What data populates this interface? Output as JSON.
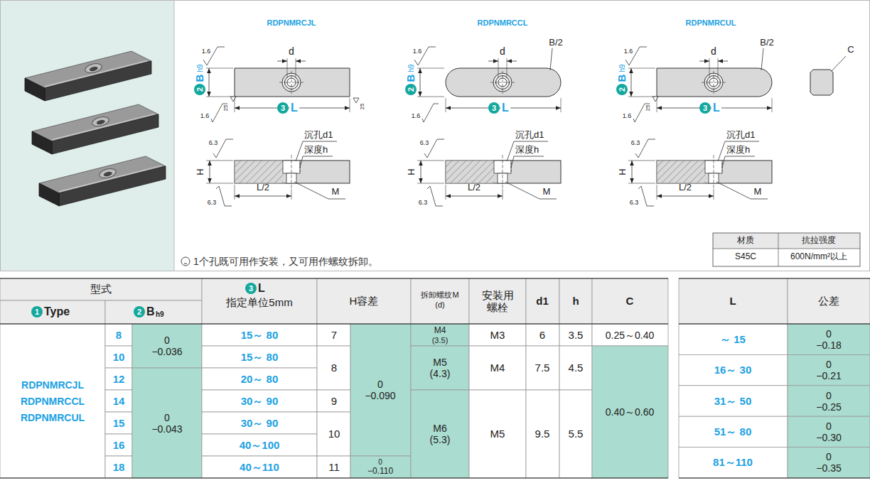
{
  "diagram": {
    "labels": [
      "RDPNMRCJL",
      "RDPNMRCCL",
      "RDPNMRCUL",
      "1.6",
      "d",
      "2",
      "B",
      "h9",
      "1.6",
      "25",
      "3",
      "L",
      "25",
      "6.3",
      "沉孔d1",
      "深度h",
      "H",
      "6.3",
      "L/2",
      "M",
      "1.6",
      "d",
      "B/2",
      "2",
      "B",
      "h9",
      "1.6",
      "3",
      "L",
      "6.3",
      "沉孔d1",
      "深度h",
      "H",
      "6.3",
      "L/2",
      "M",
      "1.6",
      "d",
      "B/2",
      "2",
      "B",
      "h9",
      "1.6",
      "25",
      "3",
      "L",
      "6.3",
      "沉孔d1",
      "深度h",
      "H",
      "6.3",
      "L/2",
      "M",
      "C",
      "1个孔既可用作安装，又可用作螺纹拆卸。",
      "材质",
      "抗拉强度",
      "S45C",
      "600N/mm²以上",
      "型式",
      "1",
      "Type",
      "2",
      "B",
      "h9",
      "3",
      "L",
      "指定单位5mm",
      "H容差",
      "拆卸螺纹M",
      "(d)",
      "安装用螺栓",
      "d1",
      "h",
      "C",
      "L",
      "公差",
      "RDPNMRCJL",
      "RDPNMRCCL",
      "RDPNMRCUL",
      "8",
      "10",
      "12",
      "14",
      "15",
      "16",
      "18",
      "0",
      "−0.036",
      "0",
      "−0.043",
      "15～ 80",
      "15～ 80",
      "20～ 80",
      "30～ 90",
      "30～ 90",
      "40～100",
      "40～110",
      "7",
      "8",
      "9",
      "10",
      "11",
      "0",
      "−0.090",
      "0",
      "−0.110",
      "M4",
      "(3.5)",
      "M5",
      "(4.3)",
      "M6",
      "(5.3)",
      "M3",
      "M4",
      "M5",
      "6",
      "7.5",
      "9.5",
      "3.5",
      "4.5",
      "5.5",
      "0.25～0.40",
      "0.40～0.60",
      "～ 15",
      "0",
      "−0.18",
      "16～ 30",
      "0",
      "−0.21",
      "31～ 50",
      "0",
      "−0.25",
      "51～ 80",
      "0",
      "−0.30",
      "81～110",
      "0",
      "−0.35"
    ]
  }
}
